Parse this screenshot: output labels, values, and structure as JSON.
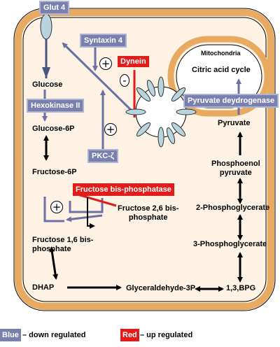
{
  "labels": {
    "glut4": "Glut 4",
    "syntaxin4": "Syntaxin 4",
    "dynein": "Dynein",
    "mitochondria": "Mitochondria",
    "citric_acid_cycle": "Citric acid cycle",
    "pyruvate_dehydrogenase": "Pyruvate deydrogenase",
    "glucose": "Glucose",
    "hexokinase": "Hexokinase II",
    "glucose6p": "Glucose-6P",
    "pkc": "PKC-ζ",
    "fructose6p": "Fructose-6P",
    "fbpase": "Fructose bis-phosphatase",
    "fructose26": "Fructose 2,6 bis-\nphosphate",
    "fructose16": "Fructose 1,6 bis-\nphosphate",
    "dhap": "DHAP",
    "g3p": "Glyceraldehyde-3P",
    "bpg": "1,3,BPG",
    "pyruvate": "Pyruvate",
    "pep": "Phosphoenol\npyruvate",
    "pg2": "2-Phosphoglycerate",
    "pg3": "3-Phosphoglycerate"
  },
  "signs": {
    "plus": "+",
    "minus": "-"
  },
  "legend": {
    "blue_box": "Blue",
    "blue_text": "– down regulated",
    "red_box": "Red",
    "red_text": "– up regulated"
  },
  "colors": {
    "cell_fill": "#fdf2e3",
    "cell_border": "#e8aa60",
    "regulator_blue": "#7a80ad",
    "upregulated_red": "#e21b1b",
    "vesicle_blue": "#b8d4de"
  }
}
